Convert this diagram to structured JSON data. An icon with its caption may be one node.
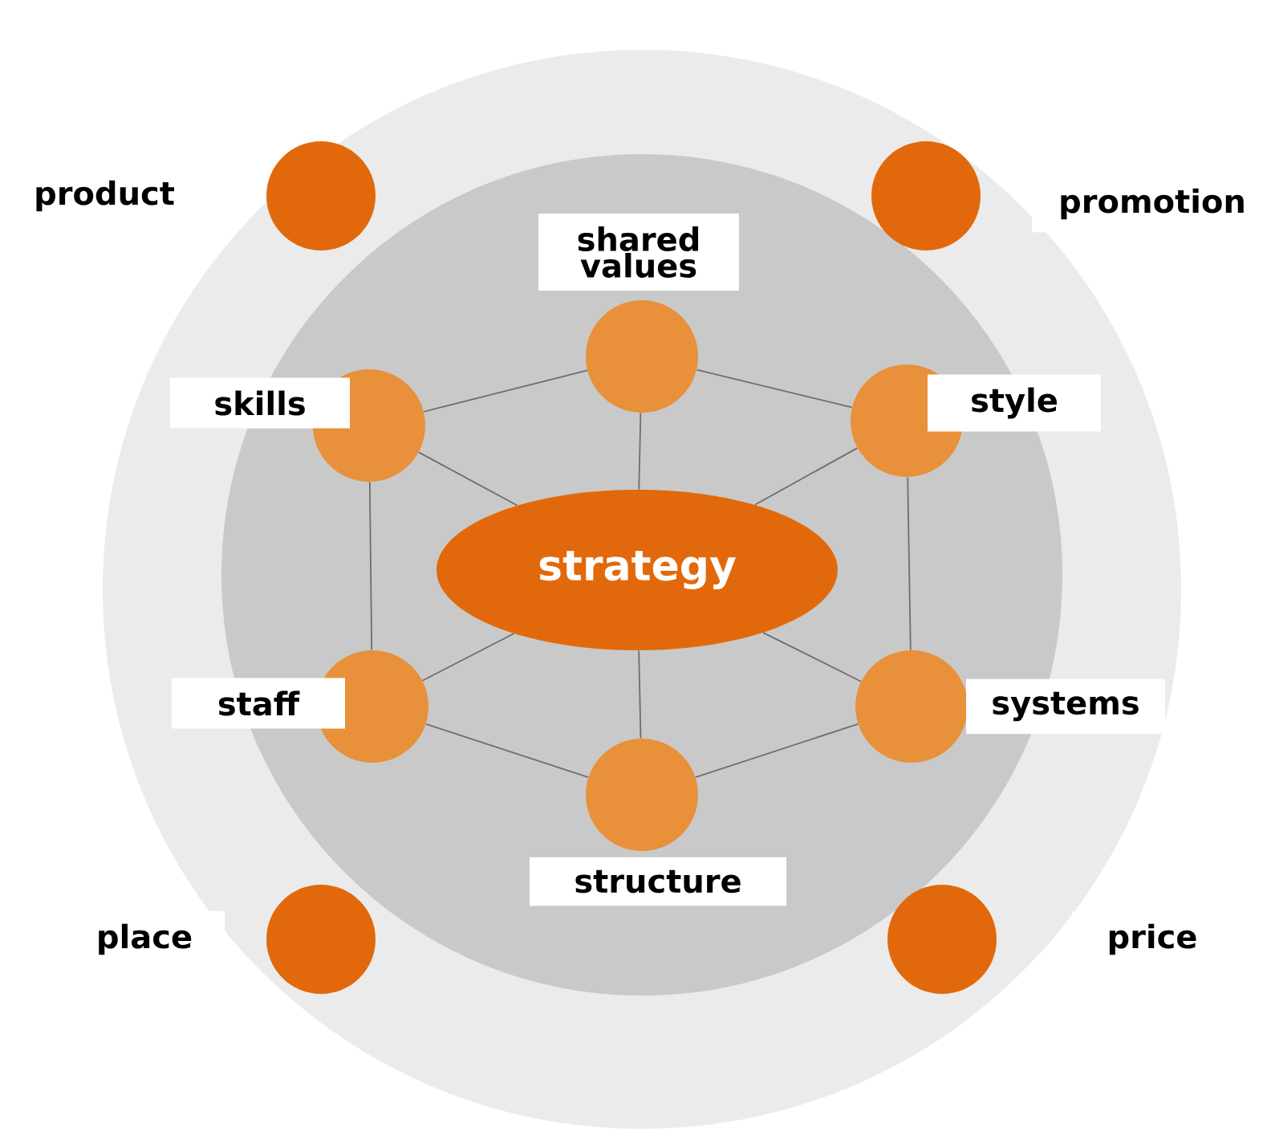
{
  "diagram": {
    "nodes": [
      {
        "text": [],
        "shape": "circle",
        "beside": [
          "product"
        ]
      },
      {
        "text": [],
        "shape": "circle",
        "beside": [
          "promotion"
        ]
      },
      {
        "text": [],
        "shape": "circle",
        "beside": [
          "shared values"
        ]
      },
      {
        "text": [],
        "shape": "circle",
        "beside": [
          "skills"
        ]
      },
      {
        "text": [],
        "shape": "circle",
        "beside": [
          "style"
        ]
      },
      {
        "text": [
          "strategy"
        ]
      },
      {
        "text": [],
        "shape": "circle",
        "beside": [
          "staff"
        ]
      },
      {
        "text": [],
        "shape": "circle",
        "beside": [
          "systems"
        ]
      },
      {
        "text": [],
        "shape": "circle",
        "beside": [
          "structure"
        ]
      },
      {
        "text": [],
        "shape": "circle",
        "beside": [
          "place"
        ]
      },
      {
        "text": [],
        "shape": "circle",
        "beside": [
          "price"
        ]
      }
    ],
    "edges": [
      {
        "from": 2,
        "to": 4,
        "arrow": "none"
      },
      {
        "from": 4,
        "to": 7,
        "arrow": "none"
      },
      {
        "from": 7,
        "to": 8,
        "arrow": "none"
      },
      {
        "from": 8,
        "to": 6,
        "arrow": "none"
      },
      {
        "from": 6,
        "to": 3,
        "arrow": "none"
      },
      {
        "from": 3,
        "to": 2,
        "arrow": "none"
      },
      {
        "from": 2,
        "to": 5,
        "arrow": "none"
      },
      {
        "from": 4,
        "to": 5,
        "arrow": "none"
      },
      {
        "from": 7,
        "to": 5,
        "arrow": "none"
      },
      {
        "from": 8,
        "to": 5,
        "arrow": "none"
      },
      {
        "from": 6,
        "to": 5,
        "arrow": "none"
      },
      {
        "from": 3,
        "to": 5,
        "arrow": "none"
      }
    ]
  }
}
